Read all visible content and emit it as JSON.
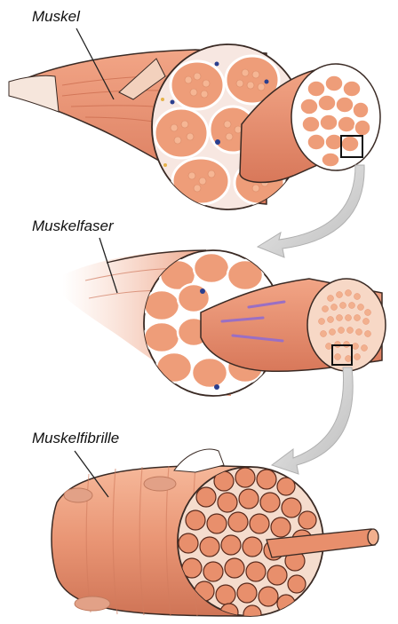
{
  "labels": {
    "muscle": "Muskel",
    "muscle_fiber": "Muskelfaser",
    "myofibril": "Muskelfibrille"
  },
  "colors": {
    "tissue": "#e8906e",
    "tissue_light": "#f6b694",
    "tissue_dark": "#c96a4c",
    "fiber_fill": "#f0a27c",
    "membrane": "#ffffff",
    "outline": "#3a2a24",
    "arrow": "#d4d4d4",
    "nucleus": "#2a3f8f",
    "nerve_purple": "#9a6fc4"
  }
}
